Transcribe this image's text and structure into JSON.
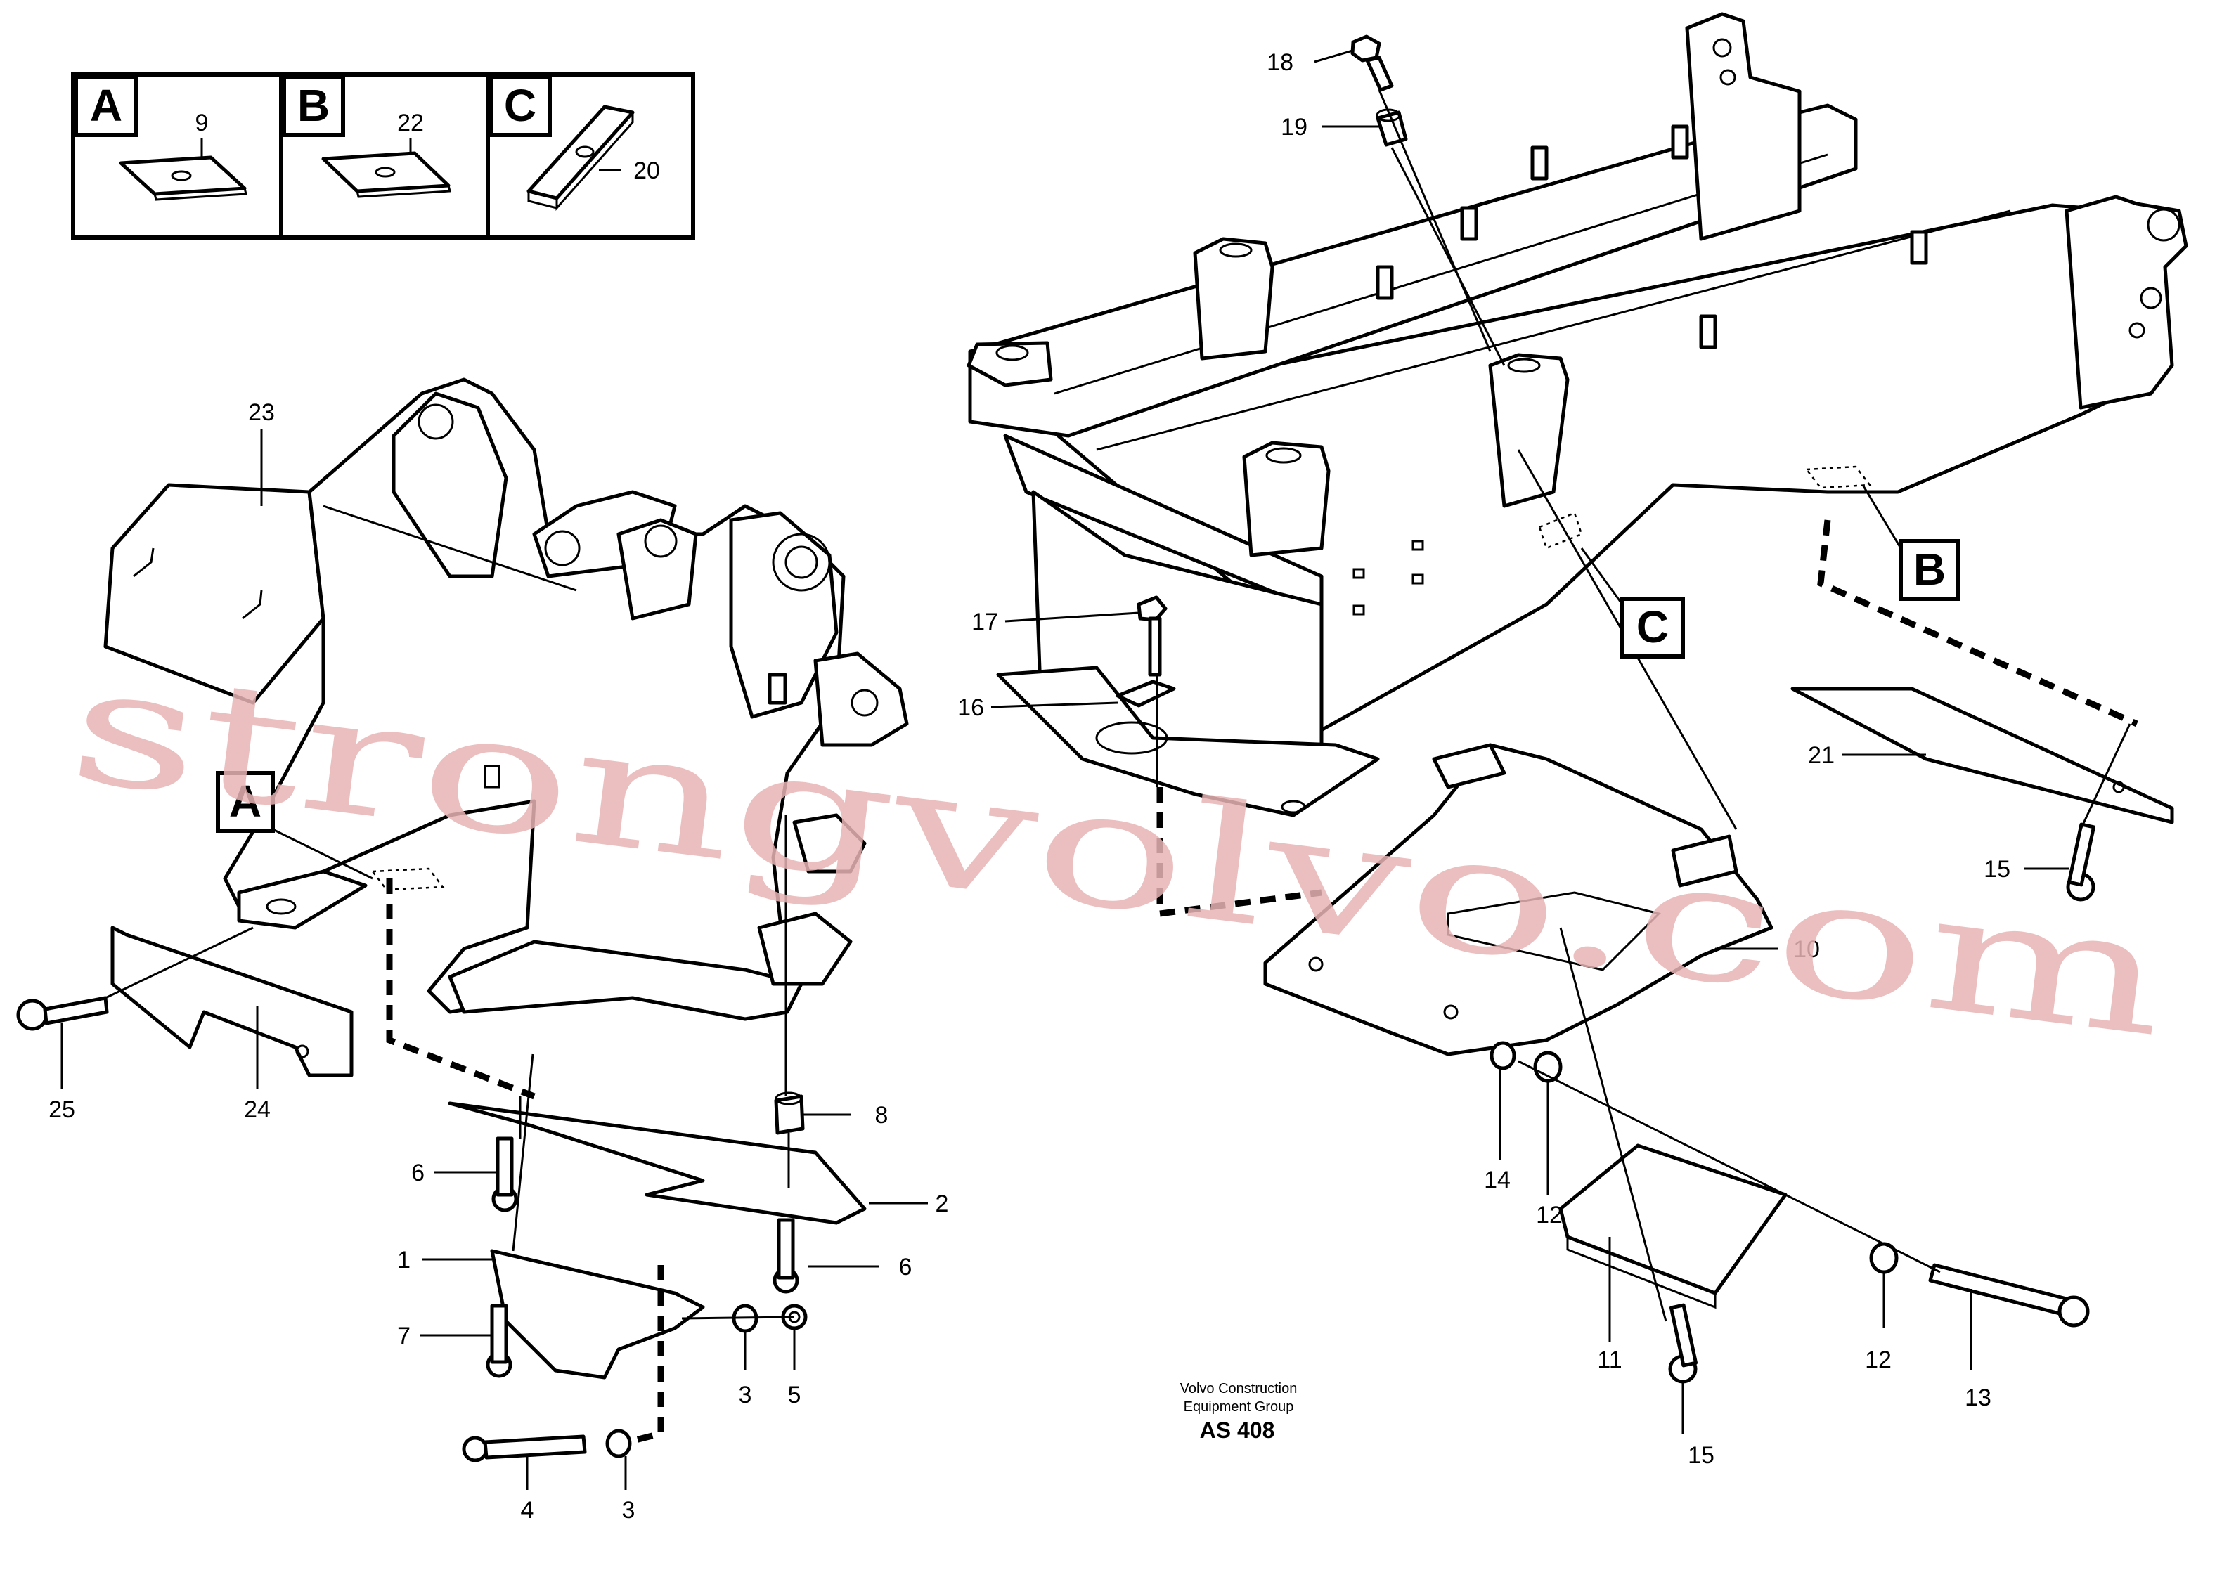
{
  "inset_boxes": [
    {
      "letter": "A",
      "part": "9"
    },
    {
      "letter": "B",
      "part": "22"
    },
    {
      "letter": "C",
      "part": "20"
    }
  ],
  "callouts": {
    "p1": "1",
    "p2": "2",
    "p3a": "3",
    "p3b": "3",
    "p4": "4",
    "p5": "5",
    "p6a": "6",
    "p6b": "6",
    "p7": "7",
    "p8": "8",
    "p10": "10",
    "p11": "11",
    "p12a": "12",
    "p12b": "12",
    "p13": "13",
    "p14": "14",
    "p15a": "15",
    "p15b": "15",
    "p16": "16",
    "p17": "17",
    "p18": "18",
    "p19": "19",
    "p21": "21",
    "p23": "23",
    "p24": "24",
    "p25": "25"
  },
  "reference_markers": {
    "a": "A",
    "b": "B",
    "c": "C"
  },
  "footer": {
    "line1": "Volvo Construction",
    "line2": "Equipment Group",
    "code": "AS 408"
  },
  "watermark": "strongvolvo.com"
}
